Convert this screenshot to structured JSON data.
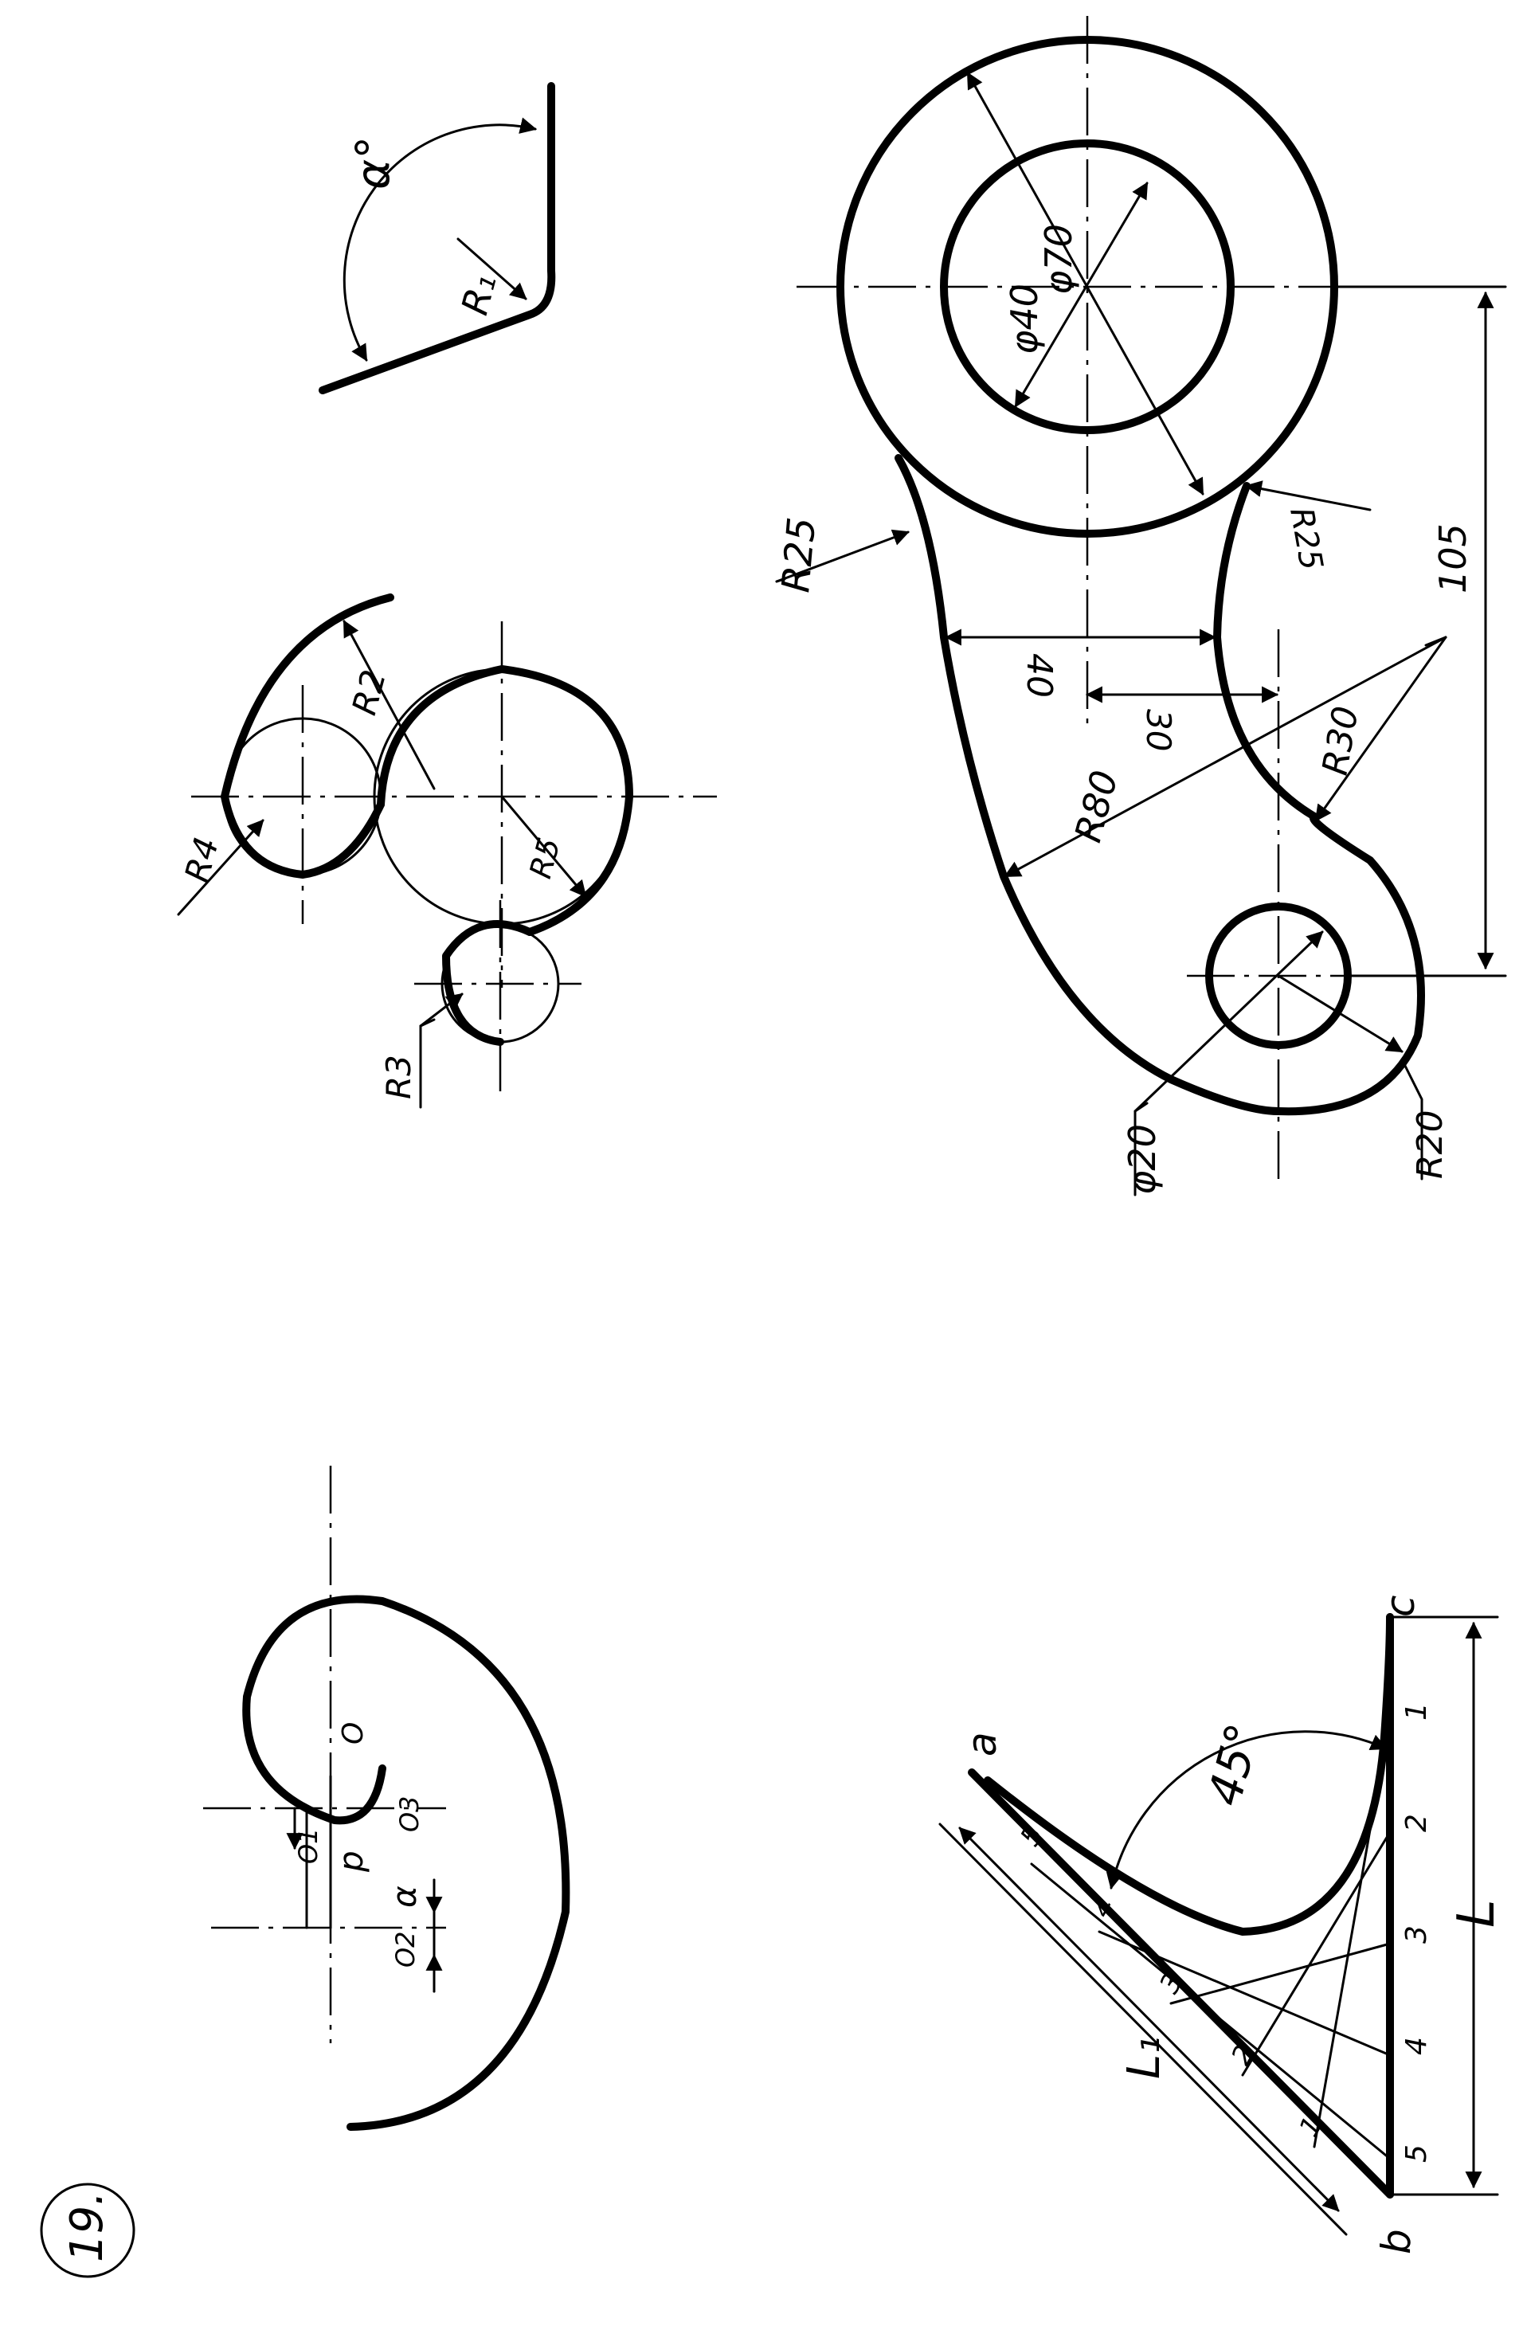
{
  "sheet": {
    "number": "19."
  },
  "bend_detail": {
    "angle_label": "α°",
    "radius_label": "R₁"
  },
  "tangent_circles": {
    "labels": [
      "R2",
      "R4",
      "R5",
      "R3"
    ]
  },
  "lever": {
    "labels": [
      "φ70",
      "φ40",
      "R25",
      "R25",
      "105",
      "40",
      "30",
      "R80",
      "R30",
      "φ20",
      "R20"
    ]
  },
  "spiral": {
    "labels": [
      "O",
      "O1",
      "p",
      "O2",
      "O3",
      "α"
    ]
  },
  "parabola": {
    "corner_labels": [
      "a",
      "b",
      "c"
    ],
    "angle_label": "45°",
    "length_label": "L",
    "slant_label": "L₁",
    "bottom_ticks": [
      "1",
      "2",
      "3",
      "4",
      "5"
    ],
    "slant_ticks": [
      "5",
      "4",
      "3",
      "2",
      "1"
    ]
  }
}
